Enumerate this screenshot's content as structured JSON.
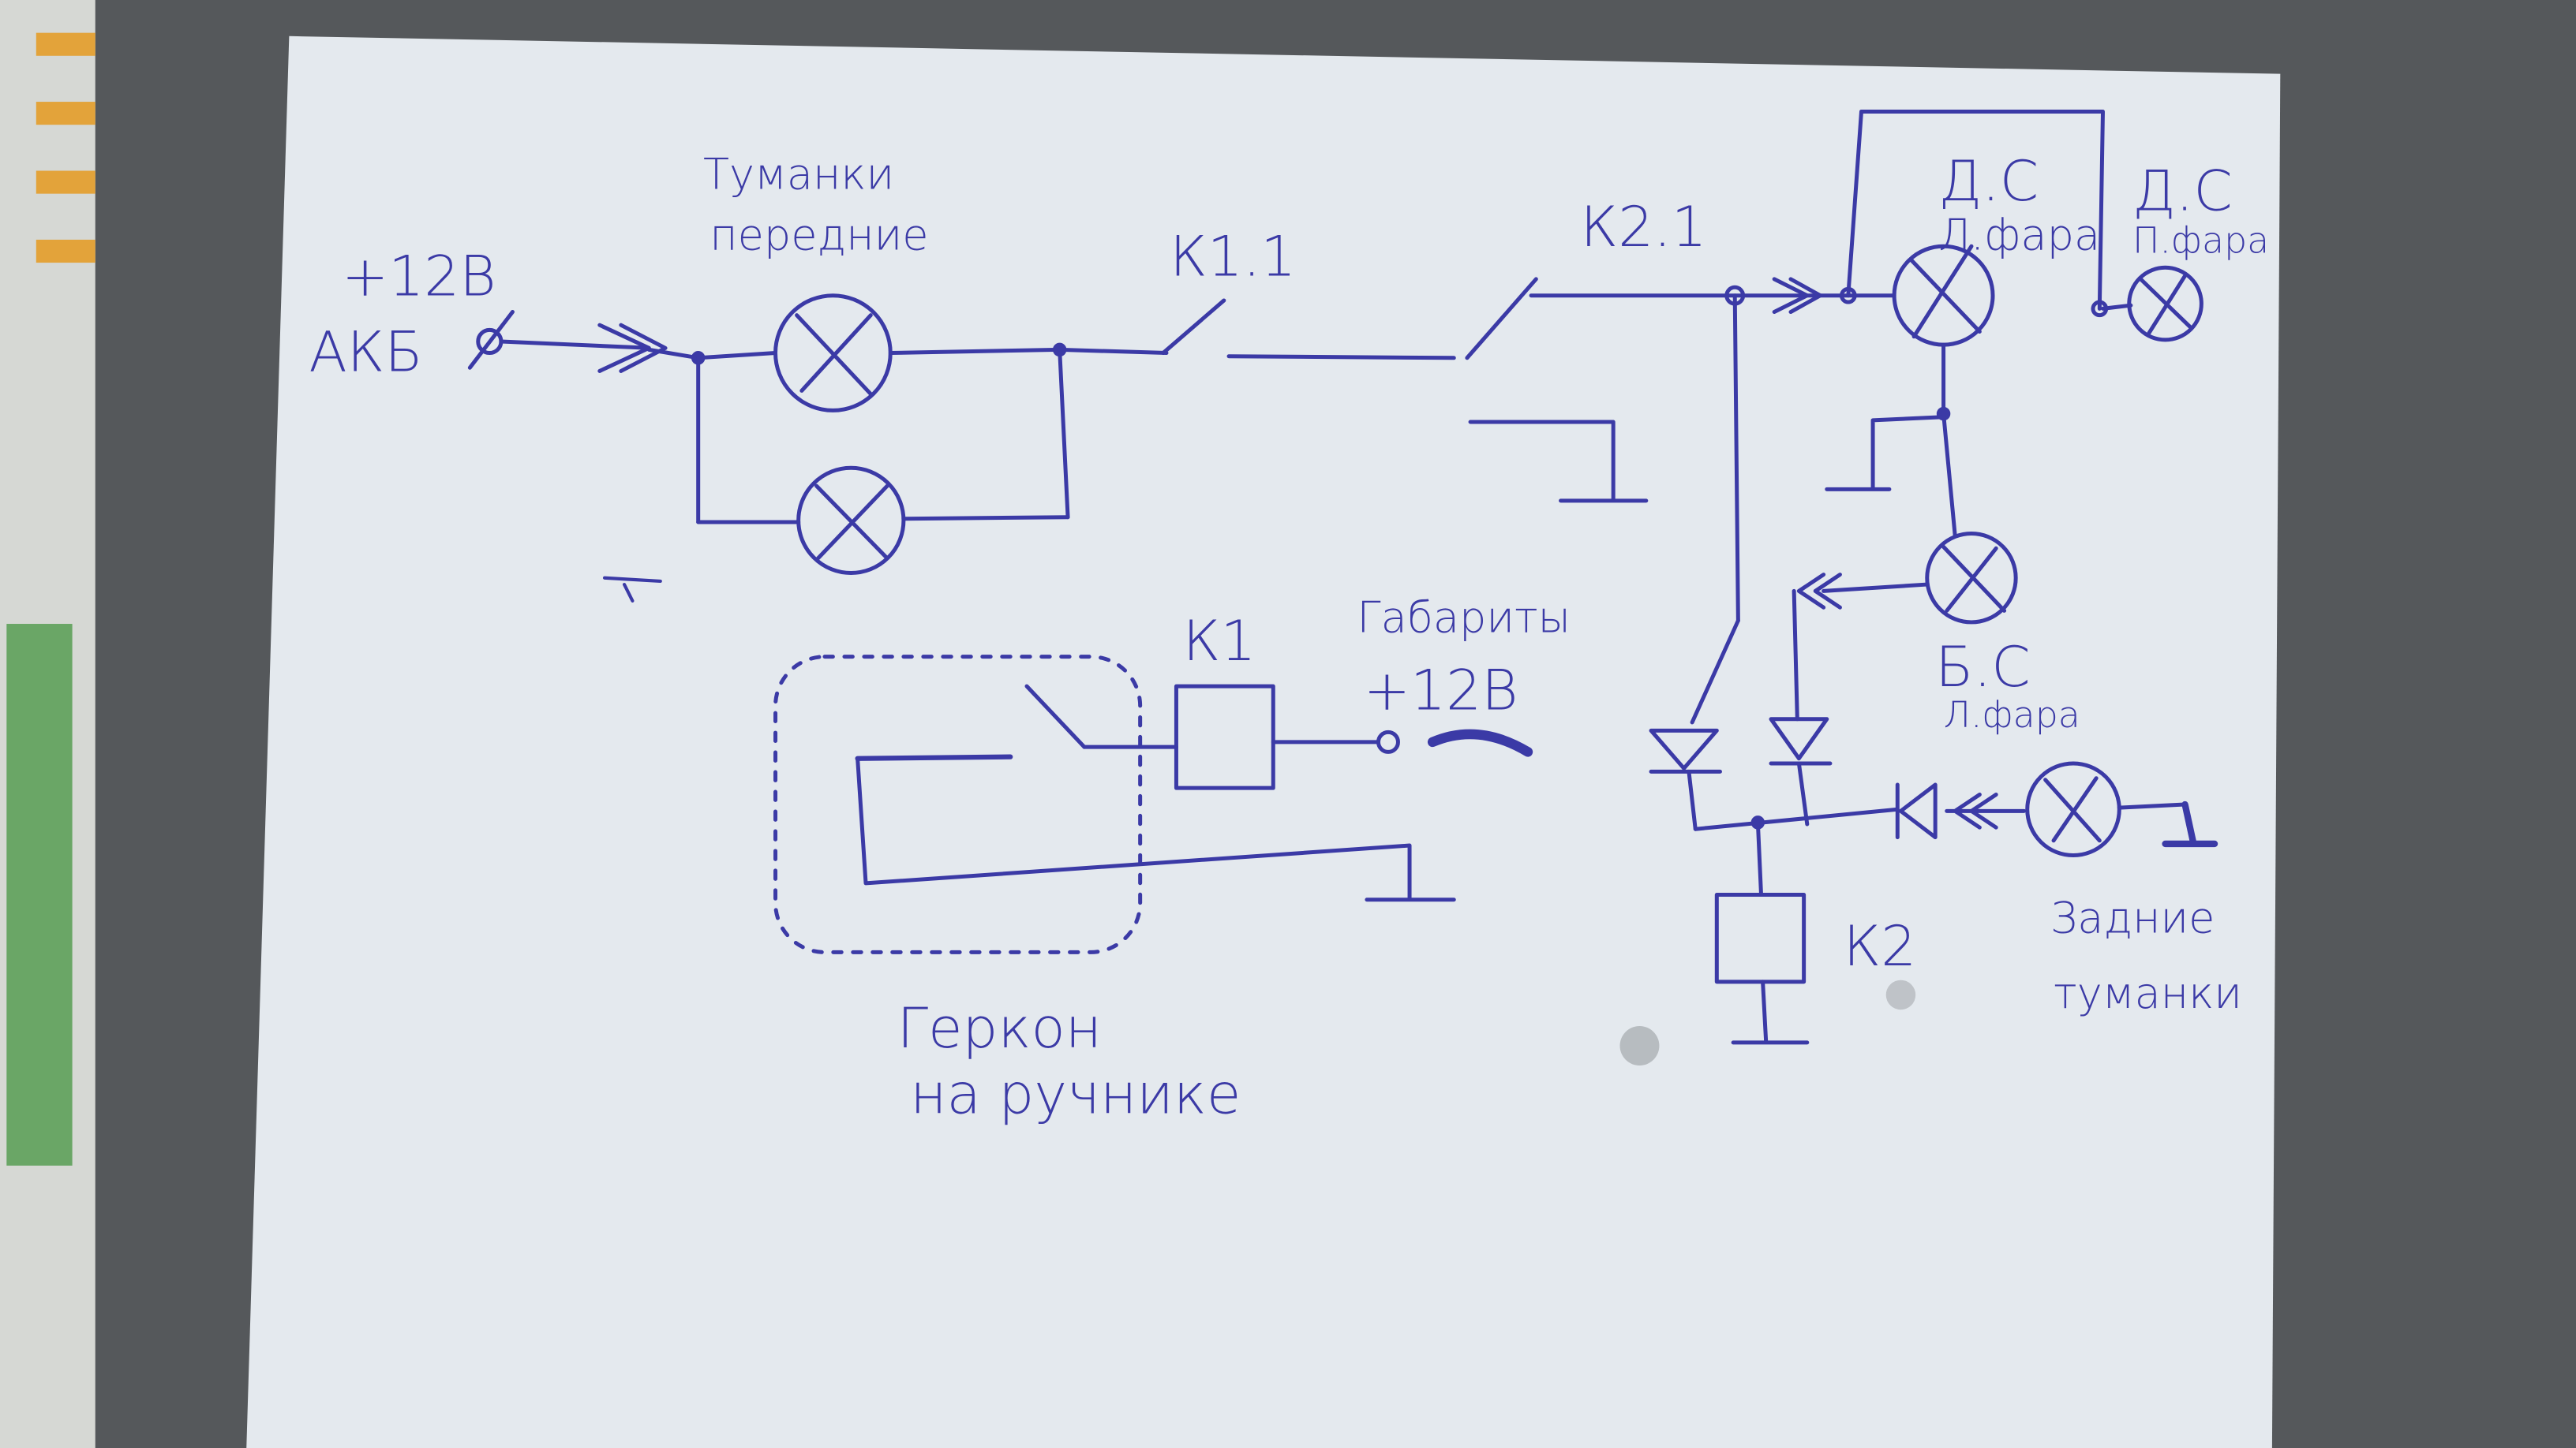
{
  "colors": {
    "ink": "#3b3aa6",
    "paper": "#e4e9ee",
    "background": "#5a5d60"
  },
  "labels": {
    "battery_voltage": "+12В",
    "battery": "АКБ",
    "front_fog_1": "Туманки",
    "front_fog_2": "передние",
    "k1_1": "К1.1",
    "k2_1": "К2.1",
    "ds_left_1": "Д.С",
    "ds_left_2": "Л.фара",
    "ds_right_1": "Д.С",
    "ds_right_2": "П.фара",
    "k1": "К1",
    "parking_1": "Габариты",
    "parking_2": "+12В",
    "bs_left_1": "Б.С",
    "bs_left_2": "Л.фара",
    "k2": "К2",
    "rear_fog_1": "Задние",
    "rear_fog_2": "туманки",
    "reed_1": "Геркон",
    "reed_2": "на ручнике"
  }
}
